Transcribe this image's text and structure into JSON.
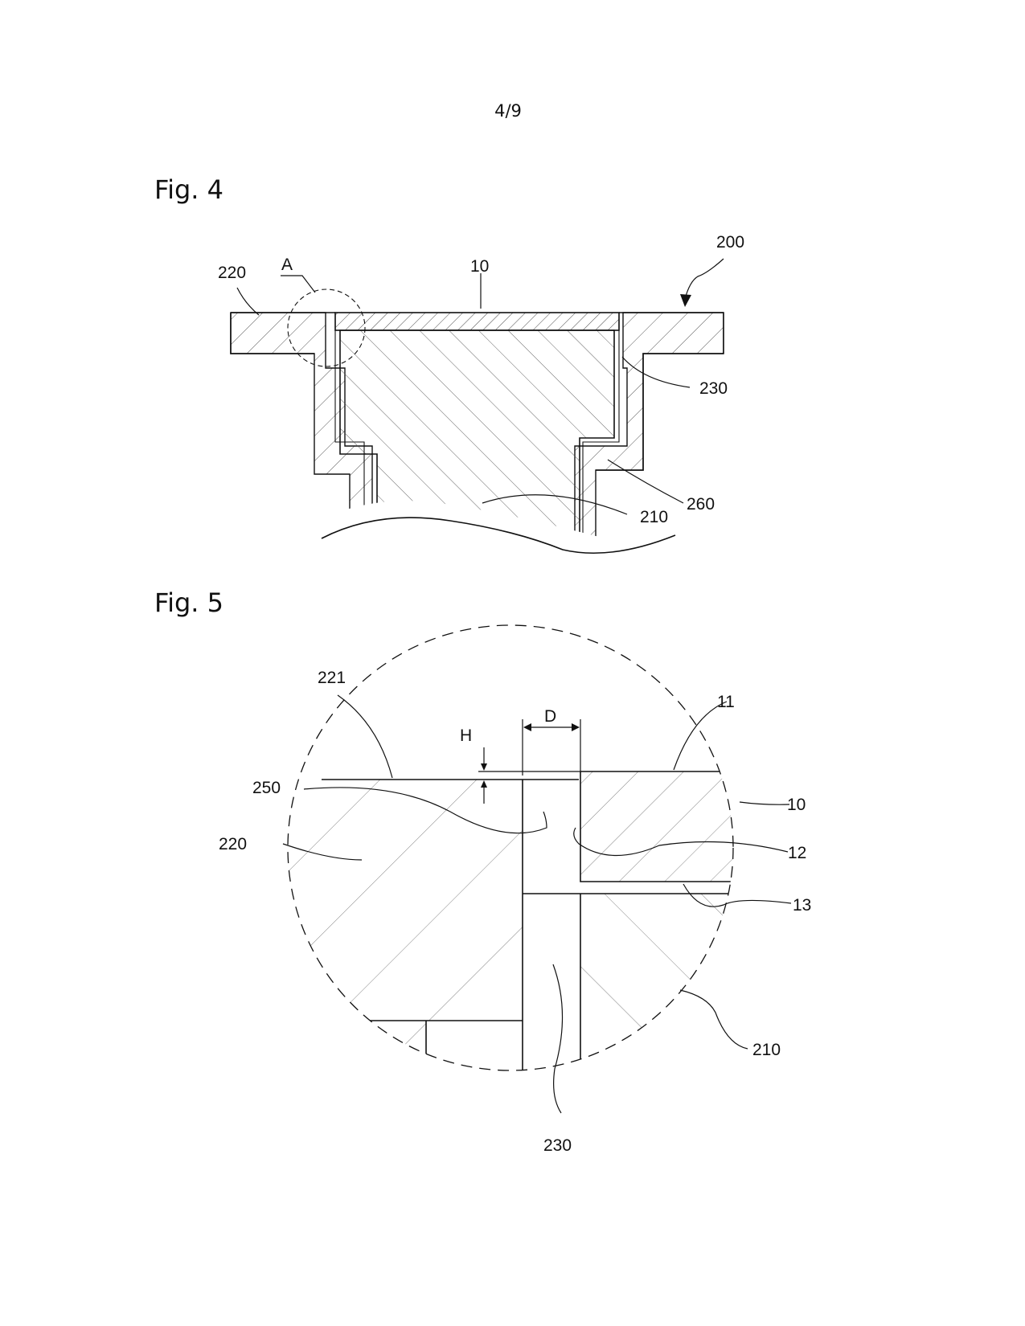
{
  "page": {
    "number": "4/9"
  },
  "fig4": {
    "title": "Fig. 4",
    "labels": {
      "ref_200": "200",
      "ref_220": "220",
      "ref_A": "A",
      "ref_10": "10",
      "ref_230": "230",
      "ref_260": "260",
      "ref_210": "210"
    }
  },
  "fig5": {
    "title": "Fig. 5",
    "labels": {
      "ref_221": "221",
      "ref_D": "D",
      "ref_11": "11",
      "ref_H": "H",
      "ref_250": "250",
      "ref_10": "10",
      "ref_220": "220",
      "ref_12": "12",
      "ref_13": "13",
      "ref_210": "210",
      "ref_230": "230"
    }
  }
}
